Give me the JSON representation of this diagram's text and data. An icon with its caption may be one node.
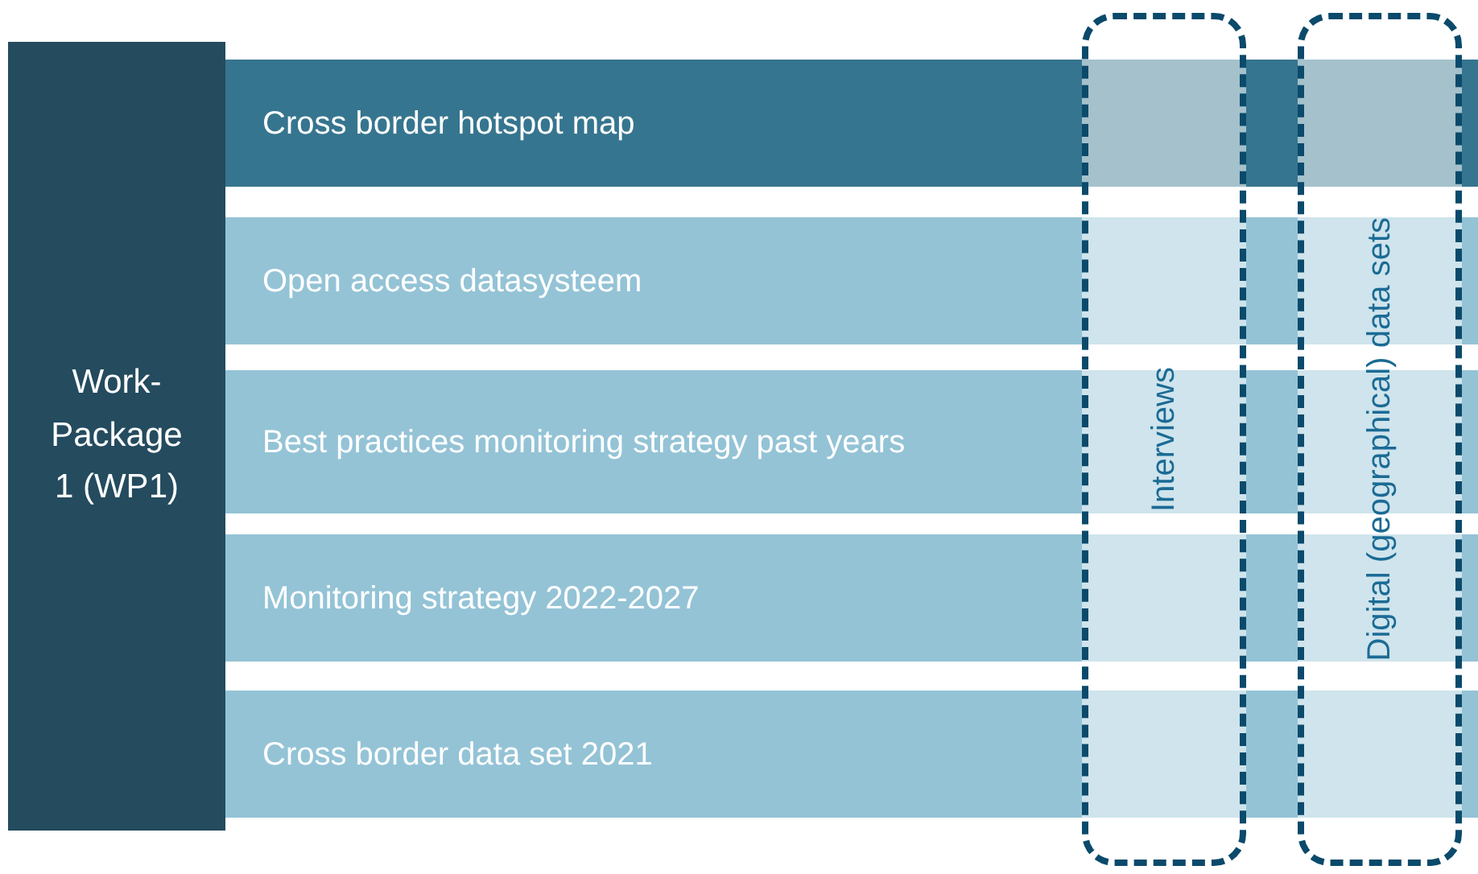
{
  "diagram": {
    "nodes": [
      {
        "text": [
          "Work-Package 1 (WP1)"
        ]
      },
      {
        "text": [
          "Cross border hotspot map"
        ]
      },
      {
        "text": [
          "Open access datasysteem"
        ]
      },
      {
        "text": [
          "Best practices monitoring strategy past years"
        ]
      },
      {
        "text": [
          "Monitoring strategy 2022-2027"
        ]
      },
      {
        "text": [
          "Cross border data set 2021"
        ]
      },
      {
        "text": [
          "Interviews"
        ]
      },
      {
        "text": [
          "Digital (geographical) data sets"
        ]
      }
    ]
  }
}
